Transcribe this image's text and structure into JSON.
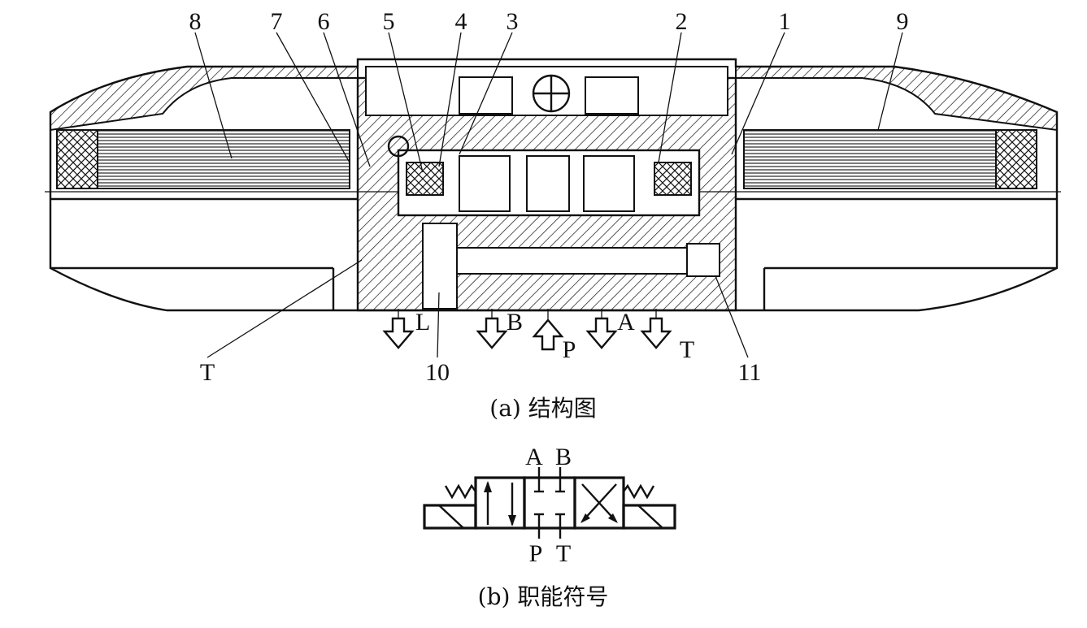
{
  "structure_view": {
    "part_labels": [
      "8",
      "7",
      "6",
      "5",
      "4",
      "3",
      "2",
      "1",
      "9",
      "10",
      "11"
    ],
    "port_labels": [
      "T",
      "L",
      "B",
      "P",
      "A",
      "T"
    ],
    "caption": "(a) 结构图"
  },
  "symbol_view": {
    "top_ports": [
      "A",
      "B"
    ],
    "bottom_ports": [
      "P",
      "T"
    ],
    "caption": "(b) 职能符号"
  }
}
